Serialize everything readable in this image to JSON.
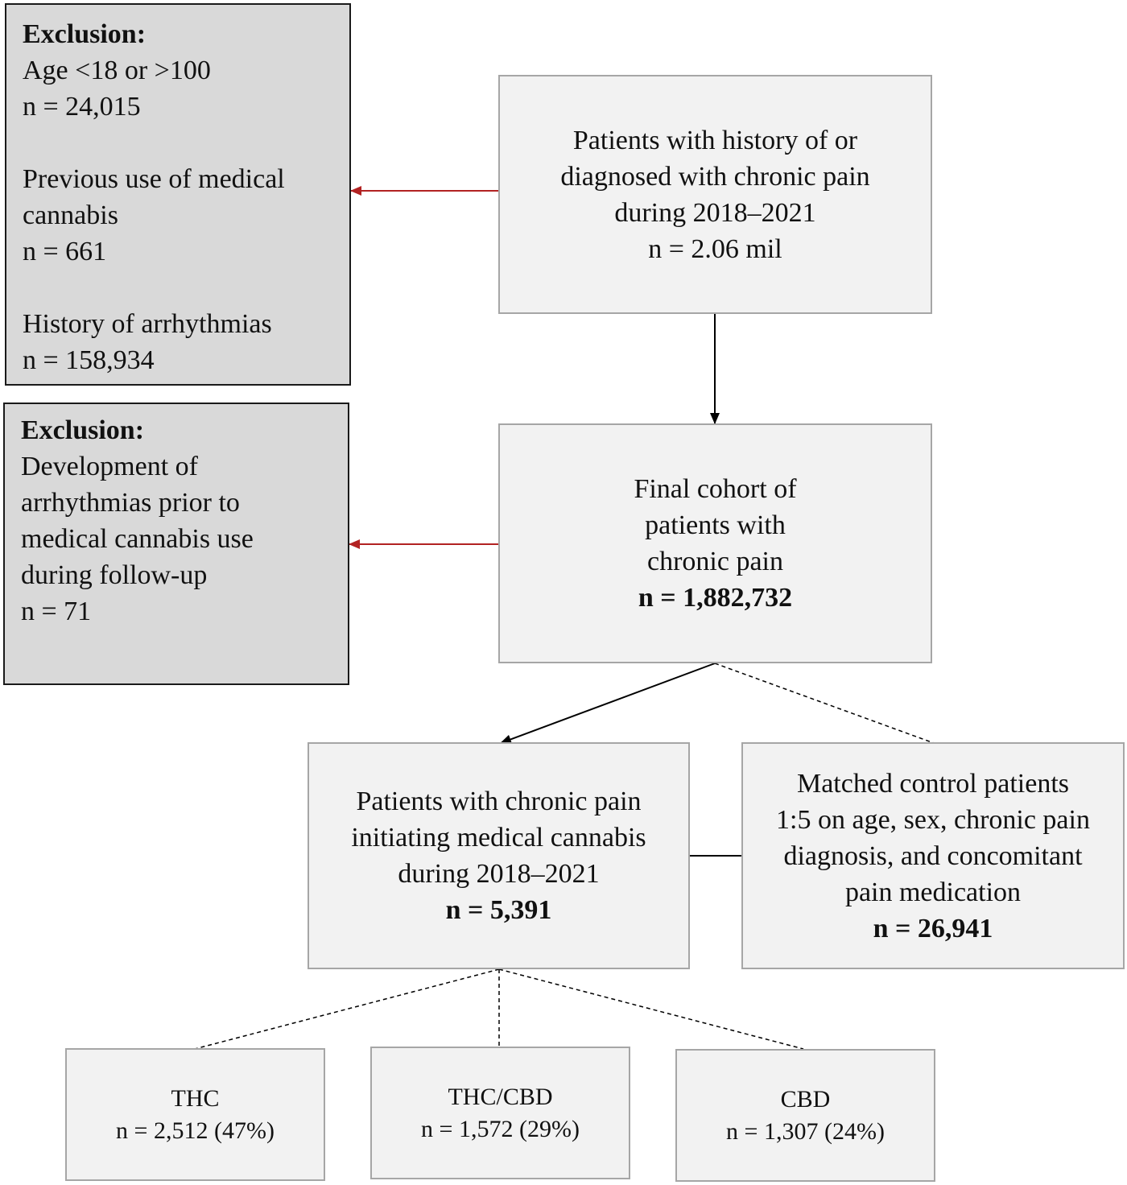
{
  "exclusion_top": {
    "heading": "Exclusion:",
    "items": [
      {
        "line1": "Age <18 or >100",
        "line2": "n = 24,015"
      },
      {
        "line1": "Previous use of medical",
        "line1b": "cannabis",
        "line2": "n = 661"
      },
      {
        "line1": "History of arrhythmias",
        "line2": "n = 158,934"
      }
    ]
  },
  "exclusion_bottom": {
    "heading": "Exclusion:",
    "lines": [
      "Development of",
      "arrhythmias prior to",
      "medical cannabis use",
      "during follow-up",
      "n = 71"
    ]
  },
  "source_cohort": {
    "lines": [
      "Patients with history of or",
      "diagnosed with chronic pain",
      "during 2018–2021",
      "n = 2.06 mil"
    ]
  },
  "final_cohort": {
    "lines": [
      "Final cohort of",
      "patients with",
      "chronic pain"
    ],
    "count": "n = 1,882,732"
  },
  "cannabis_initiators": {
    "lines": [
      "Patients with chronic pain",
      "initiating medical cannabis",
      "during 2018–2021"
    ],
    "count": "n = 5,391"
  },
  "matched_controls": {
    "lines": [
      "Matched control patients",
      "1:5 on age, sex, chronic pain",
      "diagnosis, and concomitant",
      "pain medication"
    ],
    "count": "n = 26,941"
  },
  "subgroups": [
    {
      "name": "THC",
      "count": "n = 2,512 (47%)"
    },
    {
      "name": "THC/CBD",
      "count": "n = 1,572 (29%)"
    },
    {
      "name": "CBD",
      "count": "n = 1,307 (24%)"
    }
  ],
  "colors": {
    "exclusion_arrow": "#b22222",
    "flow_arrow": "#000000",
    "exclusion_fill": "#d9d9d9",
    "flow_fill": "#f2f2f2"
  }
}
